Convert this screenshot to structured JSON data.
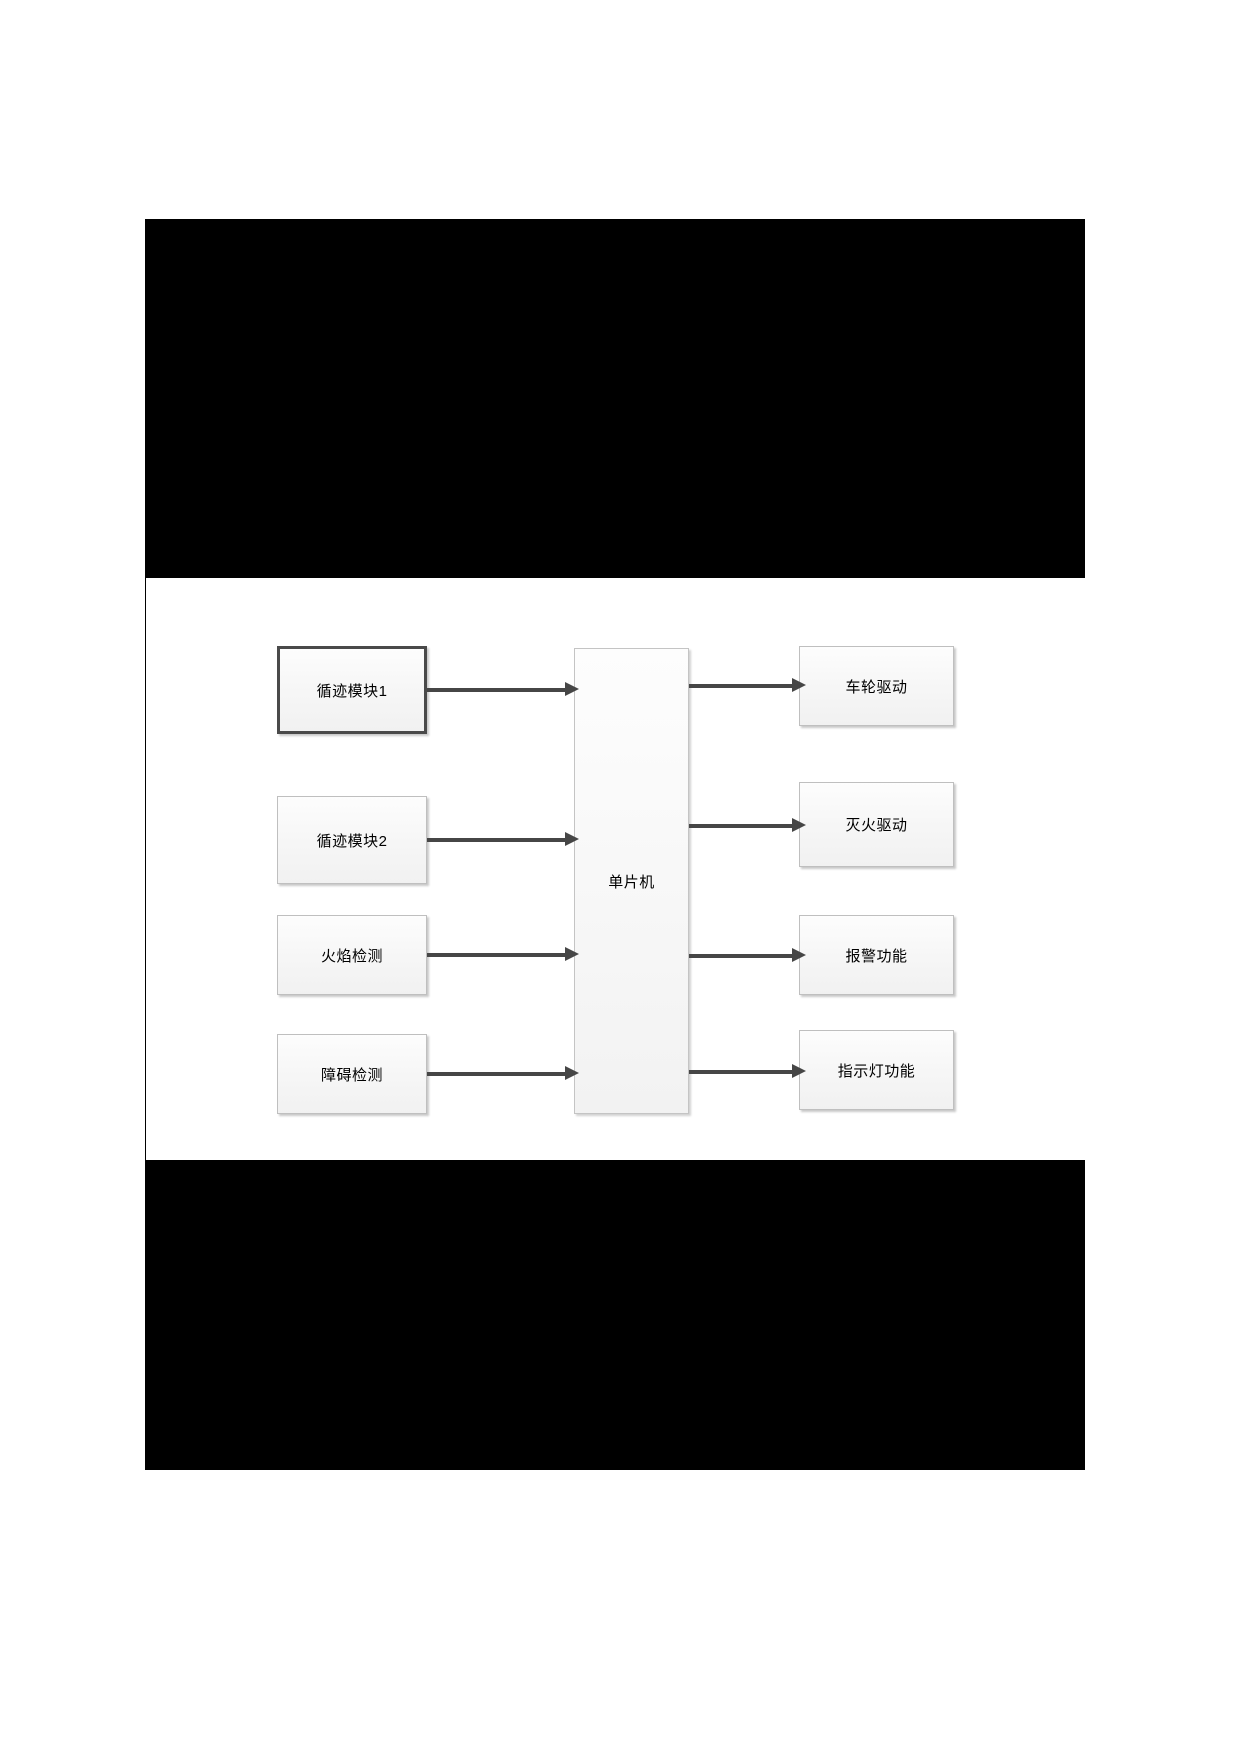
{
  "document": {
    "type": "system-block-diagram",
    "redacted_regions": 2
  },
  "diagram": {
    "title": "",
    "inputs": [
      {
        "id": "track1",
        "label": "循迹模块1",
        "emphasis": true
      },
      {
        "id": "track2",
        "label": "循迹模块2",
        "emphasis": false
      },
      {
        "id": "flame",
        "label": "火焰检测",
        "emphasis": false
      },
      {
        "id": "obst",
        "label": "障碍检测",
        "emphasis": false
      }
    ],
    "controller": {
      "id": "mcu",
      "label": "单片机"
    },
    "outputs": [
      {
        "id": "wheel",
        "label": "车轮驱动"
      },
      {
        "id": "ext",
        "label": "灭火驱动"
      },
      {
        "id": "alarm",
        "label": "报警功能"
      },
      {
        "id": "lamp",
        "label": "指示灯功能"
      }
    ],
    "connections": [
      {
        "from": "track1",
        "to": "mcu",
        "style": "arrow"
      },
      {
        "from": "track2",
        "to": "mcu",
        "style": "arrow"
      },
      {
        "from": "flame",
        "to": "mcu",
        "style": "arrow"
      },
      {
        "from": "obst",
        "to": "mcu",
        "style": "arrow"
      },
      {
        "from": "mcu",
        "to": "wheel",
        "style": "arrow"
      },
      {
        "from": "mcu",
        "to": "ext",
        "style": "arrow"
      },
      {
        "from": "mcu",
        "to": "alarm",
        "style": "arrow"
      },
      {
        "from": "mcu",
        "to": "lamp",
        "style": "arrow"
      }
    ],
    "colors": {
      "node_fill": "#f7f7f7",
      "node_border": "#bfbfbf",
      "node_border_emphasis": "#4a4a4a",
      "arrow": "#464646",
      "redaction": "#000000",
      "page_background": "#ffffff"
    }
  }
}
